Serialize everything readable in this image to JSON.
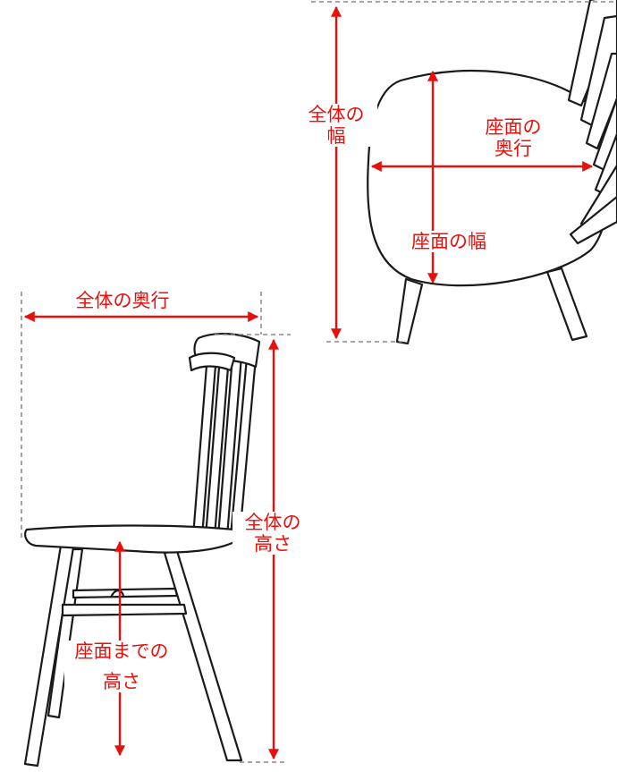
{
  "labels": {
    "overall_width_line1": "全体の",
    "overall_width_line2": "幅",
    "seat_depth_line1": "座面の",
    "seat_depth_line2": "奥行",
    "seat_width": "座面の幅",
    "overall_depth": "全体の奥行",
    "overall_height_line1": "全体の",
    "overall_height_line2": "高さ",
    "seat_height_line1": "座面までの",
    "seat_height_line2": "高さ"
  },
  "colors": {
    "dimension": "#e8100c",
    "line_art": "#1a1a1a",
    "guide": "#888888"
  }
}
